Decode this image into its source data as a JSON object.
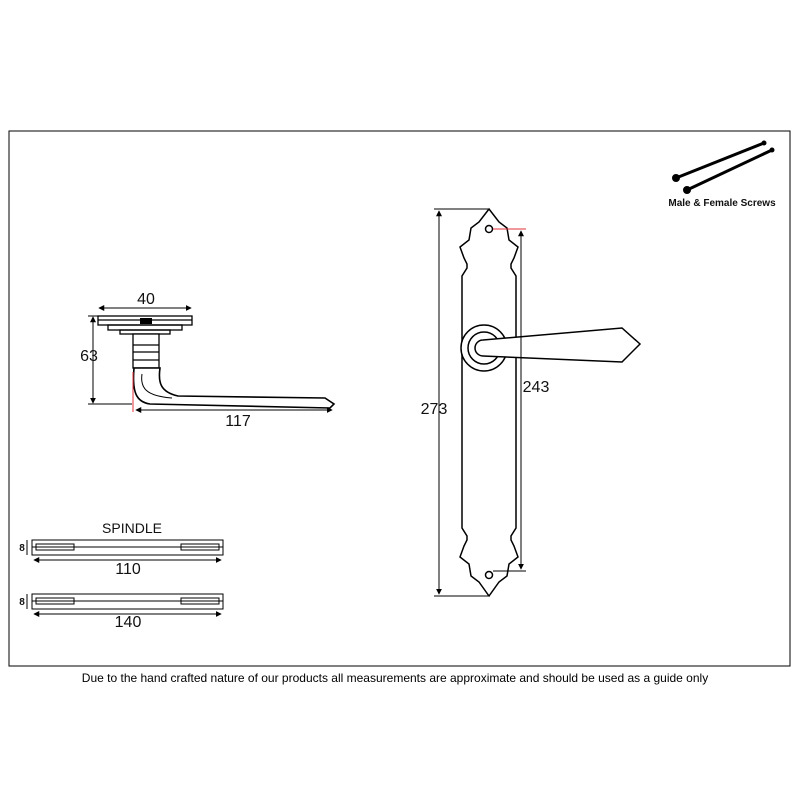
{
  "diagram": {
    "handle_dimensions": {
      "rose_width": "40",
      "height": "63",
      "projection": "117"
    },
    "backplate_dimensions": {
      "total_length": "273",
      "fixing_centres": "243"
    },
    "spindle": {
      "title": "SPINDLE",
      "items": [
        {
          "thickness": "8",
          "length": "110"
        },
        {
          "thickness": "8",
          "length": "140"
        }
      ]
    },
    "screws_label": "Male & Female Screws",
    "footnote": "Due to the hand crafted nature of our products all measurements are approximate and should be used as a guide only",
    "colors": {
      "line": "#000000",
      "accent": "#e0303a",
      "background": "#ffffff"
    }
  }
}
